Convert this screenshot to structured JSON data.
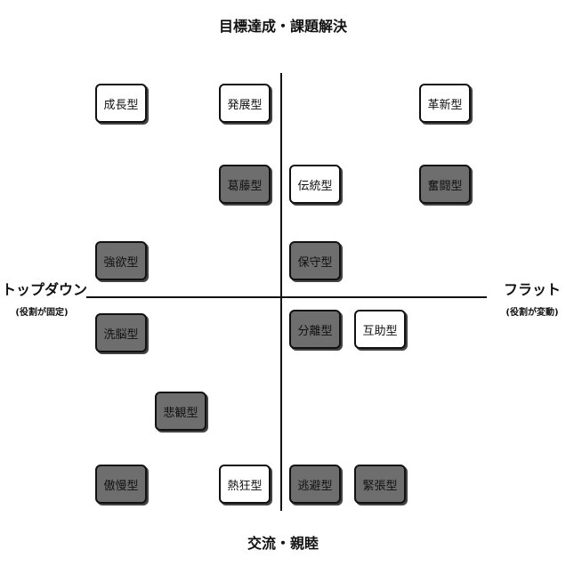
{
  "axes": {
    "top": "目標達成・課題解決",
    "bottom": "交流・親睦",
    "left_main": "トップダウン",
    "left_sub": "(役割が固定)",
    "right_main": "フラット",
    "right_sub": "(役割が変動)"
  },
  "colors": {
    "white_fill": "#ffffff",
    "gray_fill": "#6e6e6e",
    "line": "#111111"
  },
  "types": {
    "growth": "成長型",
    "development": "発展型",
    "innovation": "革新型",
    "conflict": "葛藤型",
    "tradition": "伝統型",
    "struggle": "奮闘型",
    "coercion": "強欲型",
    "conservative": "保守型",
    "brainwash": "洗脳型",
    "separation": "分離型",
    "mutual_aid": "互助型",
    "pessimism": "悲観型",
    "arrogance": "傲慢型",
    "enthusiasm": "熱狂型",
    "escape": "逃避型",
    "tension": "緊張型"
  }
}
